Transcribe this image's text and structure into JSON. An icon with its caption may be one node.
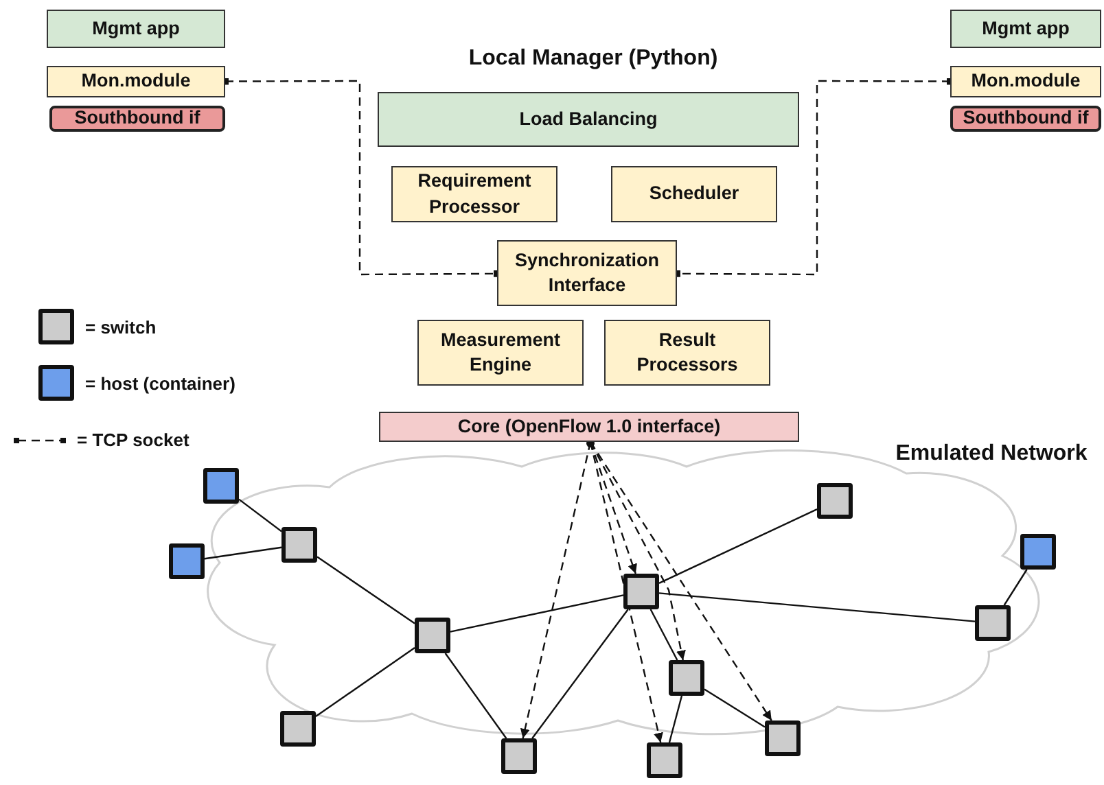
{
  "diagram": {
    "title": "Local Manager (Python)",
    "nodes": [
      {
        "text": [
          "Mgmt app"
        ]
      },
      {
        "text": [
          "Mon.module"
        ]
      },
      {
        "text": [
          "Southbound if"
        ]
      },
      {
        "text": [
          "Mgmt app"
        ]
      },
      {
        "text": [
          "Mon.module"
        ]
      },
      {
        "text": [
          "Southbound if"
        ]
      },
      {
        "text": [
          "Load Balancing"
        ]
      },
      {
        "text": [
          "Requirement Processor"
        ]
      },
      {
        "text": [
          "Scheduler"
        ]
      },
      {
        "text": [
          "Synchronization Interface"
        ]
      },
      {
        "text": [
          "Measurement Engine"
        ]
      },
      {
        "text": [
          "Result Processors"
        ]
      },
      {
        "text": [
          "Core (OpenFlow 1.0 interface)"
        ]
      },
      {
        "text": [],
        "shape": "box"
      },
      {
        "text": [],
        "shape": "box"
      },
      {
        "text": [],
        "shape": "box"
      },
      {
        "text": [],
        "shape": "box"
      },
      {
        "text": [],
        "shape": "box"
      },
      {
        "text": [],
        "shape": "box"
      },
      {
        "text": [],
        "shape": "box"
      },
      {
        "text": [],
        "shape": "box"
      },
      {
        "text": [],
        "shape": "box"
      },
      {
        "text": [],
        "shape": "box"
      },
      {
        "text": [],
        "shape": "box"
      },
      {
        "text": [],
        "shape": "box"
      },
      {
        "text": [],
        "shape": "box"
      }
    ],
    "edges": [
      {
        "from": 1,
        "to": 9,
        "arrow": "other",
        "style": "dashed"
      },
      {
        "from": 4,
        "to": 9,
        "arrow": "other",
        "style": "dashed"
      },
      {
        "from": 12,
        "to": 18,
        "arrow": "to",
        "style": "dashed"
      },
      {
        "from": 12,
        "to": 19,
        "arrow": "to",
        "style": "dashed"
      },
      {
        "from": 12,
        "to": 21,
        "arrow": "to",
        "style": "dashed"
      },
      {
        "from": 12,
        "to": 22,
        "arrow": "to",
        "style": "dashed"
      },
      {
        "from": 12,
        "to": 23,
        "arrow": "to",
        "style": "dashed"
      },
      {
        "from": 13,
        "to": 15,
        "arrow": "none"
      },
      {
        "from": 14,
        "to": 15,
        "arrow": "none"
      },
      {
        "from": 15,
        "to": 16,
        "arrow": "none"
      },
      {
        "from": 16,
        "to": 19,
        "arrow": "none"
      },
      {
        "from": 19,
        "to": 20,
        "arrow": "none"
      },
      {
        "from": 16,
        "to": 17,
        "arrow": "none"
      },
      {
        "from": 16,
        "to": 18,
        "arrow": "none"
      },
      {
        "from": 19,
        "to": 18,
        "arrow": "none"
      },
      {
        "from": 19,
        "to": 21,
        "arrow": "none"
      },
      {
        "from": 19,
        "to": 24,
        "arrow": "none"
      },
      {
        "from": 21,
        "to": 22,
        "arrow": "none"
      },
      {
        "from": 21,
        "to": 23,
        "arrow": "none"
      },
      {
        "from": 24,
        "to": 25,
        "arrow": "none"
      }
    ],
    "labels": [
      "Emulated Network"
    ],
    "legend": [
      {
        "text": "= switch",
        "color": "#cccccc"
      },
      {
        "text": "= host (container)",
        "color": "#6d9eeb"
      },
      {
        "text": "= TCP socket"
      }
    ]
  }
}
